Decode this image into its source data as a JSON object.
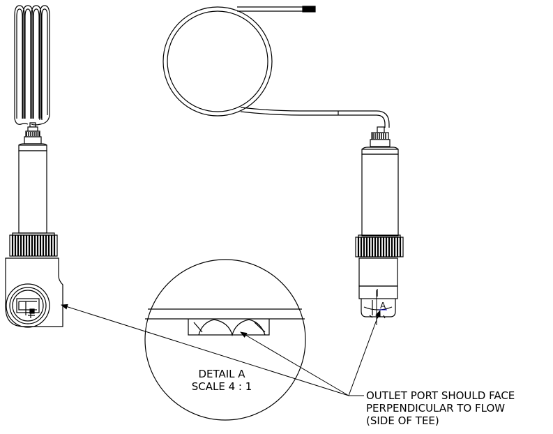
{
  "detail": {
    "title": "DETAIL A",
    "scale": "SCALE 4 : 1"
  },
  "section_marker": {
    "letter": "A"
  },
  "note": {
    "line1": "OUTLET PORT SHOULD FACE",
    "line2": "PERPENDICULAR TO FLOW",
    "line3": "(SIDE OF TEE)"
  },
  "colors": {
    "line": "#000000",
    "background": "#ffffff",
    "detail_marker": "#0000cc"
  },
  "icons": [
    "coiled-cable-icon",
    "sensor-probe-icon",
    "detail-circle-icon",
    "leader-arrow-icon"
  ]
}
